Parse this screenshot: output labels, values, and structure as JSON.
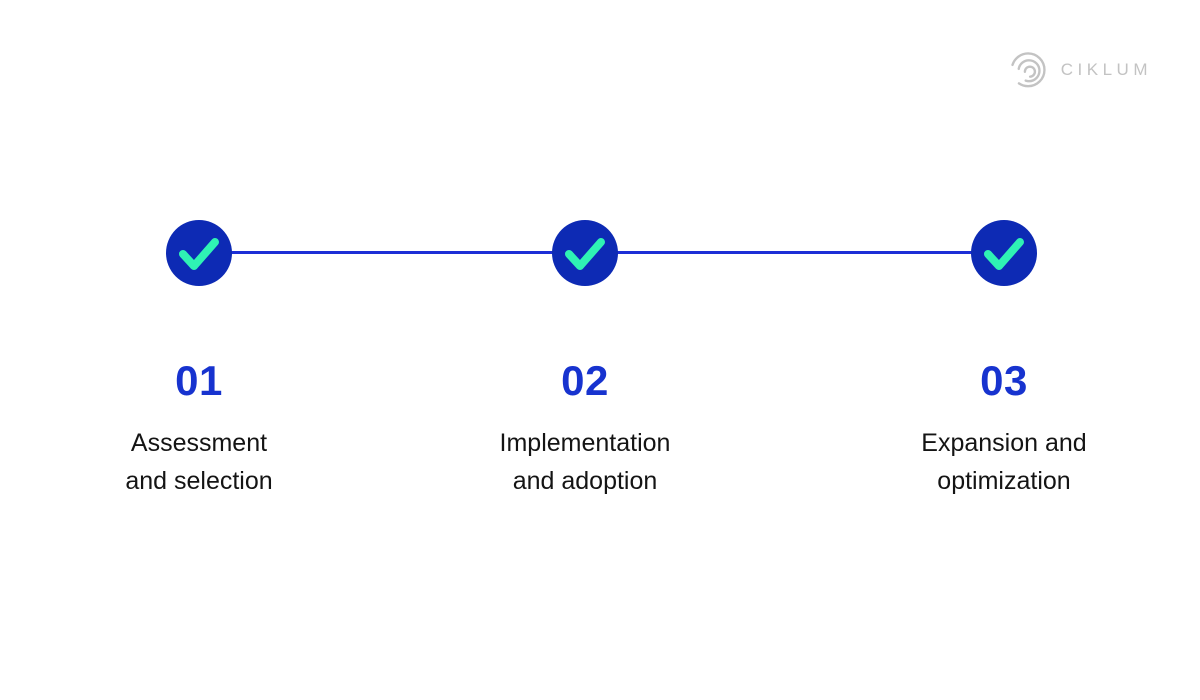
{
  "logo": {
    "brand": "CIKLUM",
    "mark_icon": "ciklum-concentric-arcs-mark"
  },
  "steps": [
    {
      "number": "01",
      "label": "Assessment\nand selection"
    },
    {
      "number": "02",
      "label": "Implementation\nand adoption"
    },
    {
      "number": "03",
      "label": "Expansion and\noptimization"
    }
  ],
  "timeline": {
    "node_icon": "checkmark-icon",
    "node_count": 3
  },
  "colors": {
    "background": "#ffffff",
    "node_blue": "#0d2ab4",
    "line_blue": "#1c2fd6",
    "number_blue": "#1733cf",
    "check_green": "#2ff2b4",
    "label_black": "#141414",
    "logo_gray": "#c3c3c3"
  }
}
